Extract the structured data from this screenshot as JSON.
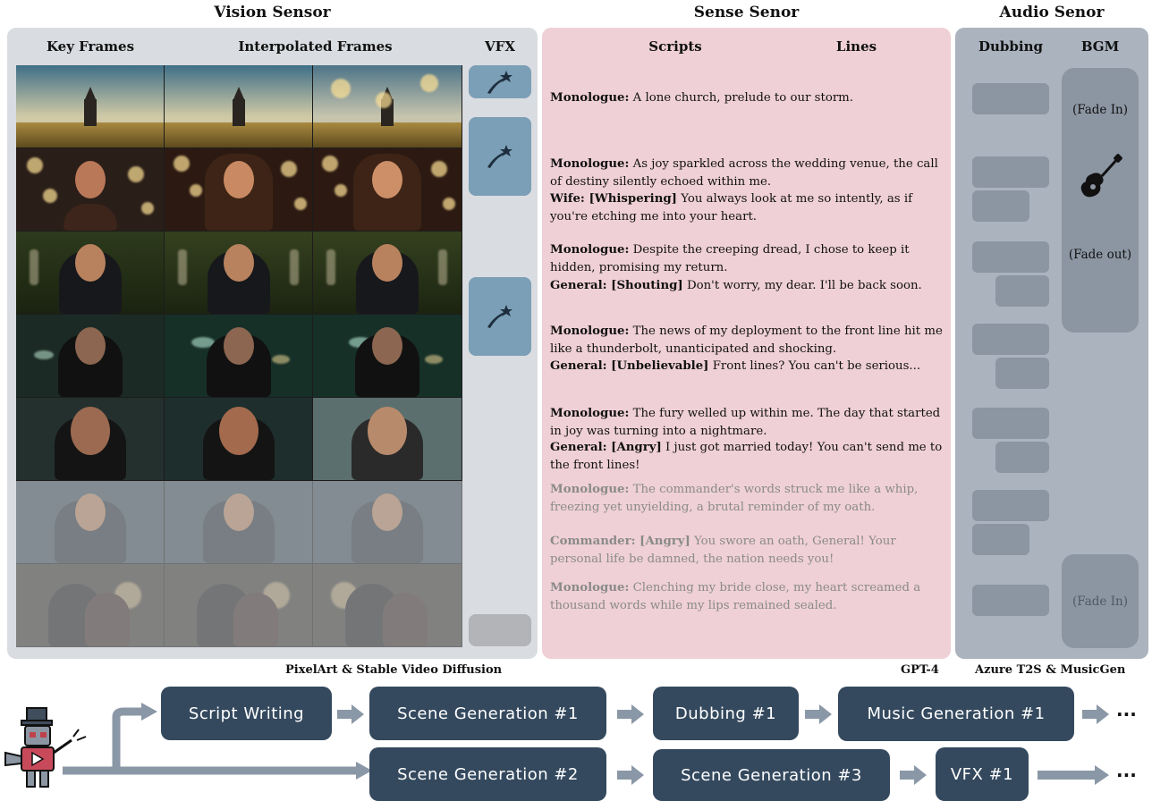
{
  "sections": {
    "vision": "Vision Sensor",
    "sense": "Sense Senor",
    "audio": "Audio Senor"
  },
  "columns": {
    "key_frames": "Key Frames",
    "interpolated_frames": "Interpolated Frames",
    "vfx": "VFX",
    "scripts": "Scripts",
    "lines": "Lines",
    "dubbing": "Dubbing",
    "bgm": "BGM"
  },
  "script_lines": [
    {
      "speaker": "Monologue:",
      "tag": "",
      "text": " A lone church, prelude to our storm."
    },
    {
      "speaker": "Monologue:",
      "tag": "",
      "text": " As joy sparkled across the wedding venue, the call of destiny silently echoed within me."
    },
    {
      "speaker": "Wife:",
      "tag": " [Whispering]",
      "text": " You always look at me so intently, as if you're etching me into your heart."
    },
    {
      "speaker": "Monologue:",
      "tag": "",
      "text": " Despite the creeping dread, I chose to keep it hidden, promising my return."
    },
    {
      "speaker": "General:",
      "tag": " [Shouting]",
      "text": " Don't worry, my dear. I'll be back soon."
    },
    {
      "speaker": "Monologue:",
      "tag": "",
      "text": " The news of my deployment to the front line hit me like a thunderbolt, unanticipated and shocking."
    },
    {
      "speaker": "General:",
      "tag": " [Unbelievable]",
      "text": " Front lines? You can't be serious..."
    },
    {
      "speaker": "Monologue:",
      "tag": "",
      "text": " The fury welled up within me. The day that started in joy was turning into a nightmare."
    },
    {
      "speaker": "General:",
      "tag": " [Angry]",
      "text": " I just got married today! You can't send me to the front lines!"
    },
    {
      "speaker": "Monologue:",
      "tag": "",
      "text": " The commander's words struck me like a whip, freezing yet unyielding, a brutal reminder of my oath."
    },
    {
      "speaker": "Commander:",
      "tag": " [Angry]",
      "text": " You swore an oath, General! Your personal life be damned, the nation needs you!"
    },
    {
      "speaker": "Monologue:",
      "tag": "",
      "text": " Clenching my bride close, my heart screamed a thousand words while my lips remained sealed."
    }
  ],
  "bgm": {
    "fade_in": "(Fade In)",
    "fade_out": "(Fade out)",
    "fade_in_2": "(Fade In)",
    "icon": "guitar-icon"
  },
  "tools": {
    "vision": "PixelArt & Stable Video Diffusion",
    "sense": "GPT-4",
    "audio": "Azure T2S & MusicGen"
  },
  "workflow": {
    "row1": [
      "Script Writing",
      "Scene Generation #1",
      "Dubbing #1",
      "Music Generation #1"
    ],
    "row2": [
      "Scene Generation #2",
      "Scene Generation #3",
      "VFX #1"
    ],
    "ellipsis": "..."
  },
  "colors": {
    "vision_panel": "#d9dce1",
    "sense_panel": "#efd0d6",
    "audio_panel": "#aab3be",
    "node": "#34495e",
    "arrow": "#8a97a6",
    "vfx": "#7b9fb6"
  }
}
